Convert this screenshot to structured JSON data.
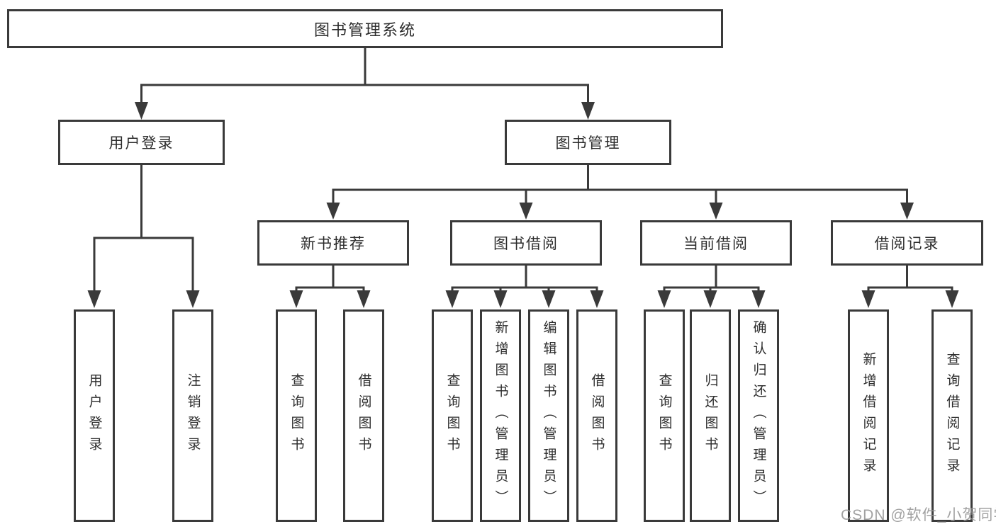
{
  "tree": {
    "label": "图书管理系统",
    "children": [
      {
        "label": "用户登录",
        "children": [
          {
            "label": "用户登录"
          },
          {
            "label": "注销登录"
          }
        ]
      },
      {
        "label": "图书管理",
        "children": [
          {
            "label": "新书推荐",
            "children": [
              {
                "label": "查询图书"
              },
              {
                "label": "借阅图书"
              }
            ]
          },
          {
            "label": "图书借阅",
            "children": [
              {
                "label": "查询图书"
              },
              {
                "label": "新增图书（管理员）"
              },
              {
                "label": "编辑图书（管理员）"
              },
              {
                "label": "借阅图书"
              }
            ]
          },
          {
            "label": "当前借阅",
            "children": [
              {
                "label": "查询图书"
              },
              {
                "label": "归还图书"
              },
              {
                "label": "确认归还（管理员）"
              }
            ]
          },
          {
            "label": "借阅记录",
            "children": [
              {
                "label": "新增借阅记录"
              },
              {
                "label": "查询借阅记录"
              }
            ]
          }
        ]
      }
    ]
  },
  "watermark": {
    "text": "CSDN @软件_小贺同学"
  },
  "colors": {
    "line": "#3a3a3a",
    "text": "#2c2c2c",
    "background": "#ffffff",
    "watermark": "#969696"
  }
}
